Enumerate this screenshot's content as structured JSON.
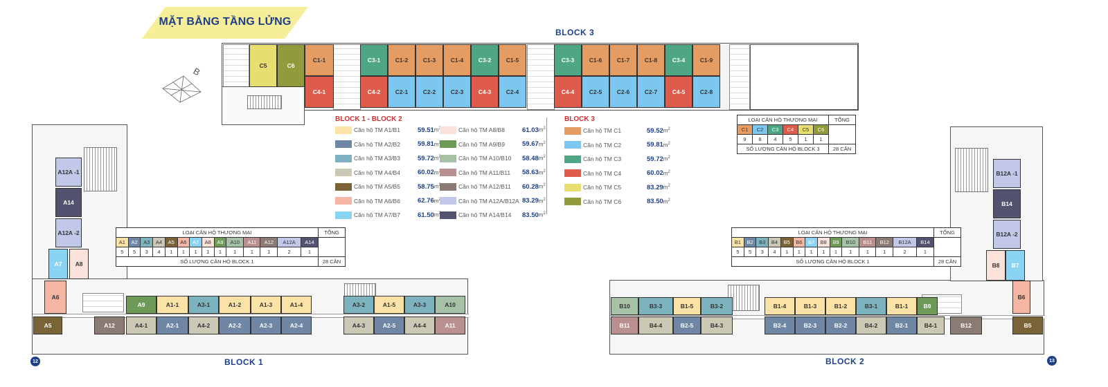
{
  "title": "MẶT BẰNG TẦNG LỬNG",
  "blocks": {
    "b1": "BLOCK 1",
    "b2": "BLOCK 2",
    "b3": "BLOCK 3"
  },
  "compass": "B",
  "markers": {
    "left": "12",
    "right": "13"
  },
  "colors": {
    "A1": "#fbe2a6",
    "A2": "#6f87a5",
    "A3": "#7cb3bf",
    "A4": "#cbc9b5",
    "A5": "#7a6336",
    "A6": "#f5b6a4",
    "A7": "#8ad3f2",
    "A8": "#fbe3dc",
    "A9": "#6e9a58",
    "A10": "#a6c1a5",
    "A11": "#b98f8f",
    "A12": "#8c7b74",
    "A12A": "#c2c8e8",
    "A14": "#54536f",
    "C1": "#e59c62",
    "C2": "#7cc7ef",
    "C3": "#4ea685",
    "C4": "#df5c4c",
    "C5": "#e6de6e",
    "C6": "#919b3b"
  },
  "legend12": {
    "title": "BLOCK 1 - BLOCK 2",
    "col1": [
      {
        "key": "A1",
        "label": "Căn hộ TM A1/B1",
        "area": "59.51"
      },
      {
        "key": "A2",
        "label": "Căn hộ TM A2/B2",
        "area": "59.81"
      },
      {
        "key": "A3",
        "label": "Căn hộ TM A3/B3",
        "area": "59.72"
      },
      {
        "key": "A4",
        "label": "Căn hộ TM A4/B4",
        "area": "60.02"
      },
      {
        "key": "A5",
        "label": "Căn hộ TM A5/B5",
        "area": "58.75"
      },
      {
        "key": "A6",
        "label": "Căn hộ TM A6/B6",
        "area": "62.76"
      },
      {
        "key": "A7",
        "label": "Căn hộ TM A7/B7",
        "area": "61.50"
      }
    ],
    "col2": [
      {
        "key": "A8",
        "label": "Căn hộ TM A8/B8",
        "area": "61.03"
      },
      {
        "key": "A9",
        "label": "Căn hộ TM A9/B9",
        "area": "59.67"
      },
      {
        "key": "A10",
        "label": "Căn hộ TM A10/B10",
        "area": "58.48"
      },
      {
        "key": "A11",
        "label": "Căn hộ TM A11/B11",
        "area": "58.63"
      },
      {
        "key": "A12",
        "label": "Căn hộ TM A12/B11",
        "area": "60.28"
      },
      {
        "key": "A12A",
        "label": "Căn hộ TM A12A/B12A",
        "area": "83.29"
      },
      {
        "key": "A14",
        "label": "Căn hộ TM A14/B14",
        "area": "83.50"
      }
    ]
  },
  "legend3": {
    "title": "BLOCK 3",
    "items": [
      {
        "key": "C1",
        "label": "Căn hộ TM C1",
        "area": "59.52"
      },
      {
        "key": "C2",
        "label": "Căn hộ TM C2",
        "area": "59.81"
      },
      {
        "key": "C3",
        "label": "Căn hộ TM C3",
        "area": "59.72"
      },
      {
        "key": "C4",
        "label": "Căn hộ TM C4",
        "area": "60.02"
      },
      {
        "key": "C5",
        "label": "Căn hộ TM C5",
        "area": "83.29"
      },
      {
        "key": "C6",
        "label": "Căn hộ TM C6",
        "area": "83.50"
      }
    ]
  },
  "area_unit": "m",
  "area_sup": "2",
  "table_b1": {
    "header": "LOẠI CĂN HỘ THƯƠNG MẠI",
    "total_header": "TỔNG",
    "types": [
      "A1",
      "A2",
      "A3",
      "A4",
      "A5",
      "A6",
      "A7",
      "A8",
      "A9",
      "A10",
      "A11",
      "A12",
      "A12A",
      "A14"
    ],
    "counts": [
      "5",
      "5",
      "3",
      "4",
      "1",
      "1",
      "1",
      "1",
      "1",
      "1",
      "1",
      "1",
      "2",
      "1"
    ],
    "footer": "SỐ LƯỢNG CĂN HỘ BLOCK 1",
    "total": "28 CĂN"
  },
  "table_b2": {
    "header": "LOẠI CĂN HỘ THƯƠNG MẠI",
    "total_header": "TỔNG",
    "types": [
      "B1",
      "B2",
      "B3",
      "B4",
      "B5",
      "B6",
      "B7",
      "B8",
      "B9",
      "B10",
      "B11",
      "B12",
      "B12A",
      "B14"
    ],
    "counts": [
      "5",
      "5",
      "3",
      "4",
      "1",
      "1",
      "1",
      "1",
      "1",
      "1",
      "1",
      "1",
      "2",
      "1"
    ],
    "footer": "SỐ LƯỢNG CĂN HỘ BLOCK 1",
    "total": "28 CĂN"
  },
  "table_b3": {
    "header": "LOẠI CĂN HỘ THƯƠNG MẠI",
    "total_header": "TỔNG",
    "types": [
      "C1",
      "C2",
      "C3",
      "C4",
      "C5",
      "C6"
    ],
    "counts": [
      "9",
      "8",
      "4",
      "5",
      "1",
      "1"
    ],
    "footer": "SỐ LƯỢNG CĂN HỘ BLOCK 3",
    "total": "28 CĂN"
  },
  "units_block3": [
    {
      "label": "C5",
      "type": "C5"
    },
    {
      "label": "C6",
      "type": "C6"
    },
    {
      "label": "C1-1",
      "type": "C1"
    },
    {
      "label": "C4-1",
      "type": "C4"
    },
    {
      "label": "C3-1",
      "type": "C3"
    },
    {
      "label": "C1-2",
      "type": "C1"
    },
    {
      "label": "C1-3",
      "type": "C1"
    },
    {
      "label": "C1-4",
      "type": "C1"
    },
    {
      "label": "C3-2",
      "type": "C3"
    },
    {
      "label": "C1-5",
      "type": "C1"
    },
    {
      "label": "C4-2",
      "type": "C4"
    },
    {
      "label": "C2-1",
      "type": "C2"
    },
    {
      "label": "C2-2",
      "type": "C2"
    },
    {
      "label": "C2-3",
      "type": "C2"
    },
    {
      "label": "C4-3",
      "type": "C4"
    },
    {
      "label": "C2-4",
      "type": "C2"
    },
    {
      "label": "C3-3",
      "type": "C3"
    },
    {
      "label": "C1-6",
      "type": "C1"
    },
    {
      "label": "C1-7",
      "type": "C1"
    },
    {
      "label": "C1-8",
      "type": "C1"
    },
    {
      "label": "C3-4",
      "type": "C3"
    },
    {
      "label": "C1-9",
      "type": "C1"
    },
    {
      "label": "C4-4",
      "type": "C4"
    },
    {
      "label": "C2-5",
      "type": "C2"
    },
    {
      "label": "C2-6",
      "type": "C2"
    },
    {
      "label": "C2-7",
      "type": "C2"
    },
    {
      "label": "C4-5",
      "type": "C4"
    },
    {
      "label": "C2-8",
      "type": "C2"
    }
  ],
  "units_block1": [
    {
      "label": "A12A -1",
      "type": "A12A"
    },
    {
      "label": "A14",
      "type": "A14"
    },
    {
      "label": "A12A -2",
      "type": "A12A"
    },
    {
      "label": "A7",
      "type": "A7"
    },
    {
      "label": "A8",
      "type": "A8"
    },
    {
      "label": "A6",
      "type": "A6"
    },
    {
      "label": "A5",
      "type": "A5"
    },
    {
      "label": "A12",
      "type": "A12"
    },
    {
      "label": "A9",
      "type": "A9"
    },
    {
      "label": "A1-1",
      "type": "A1"
    },
    {
      "label": "A3-1",
      "type": "A3"
    },
    {
      "label": "A1-2",
      "type": "A1"
    },
    {
      "label": "A1-3",
      "type": "A1"
    },
    {
      "label": "A1-4",
      "type": "A1"
    },
    {
      "label": "A4-1",
      "type": "A4"
    },
    {
      "label": "A2-1",
      "type": "A2"
    },
    {
      "label": "A4-2",
      "type": "A4"
    },
    {
      "label": "A2-2",
      "type": "A2"
    },
    {
      "label": "A2-3",
      "type": "A2"
    },
    {
      "label": "A2-4",
      "type": "A2"
    },
    {
      "label": "A3-2",
      "type": "A3"
    },
    {
      "label": "A1-5",
      "type": "A1"
    },
    {
      "label": "A3-3",
      "type": "A3"
    },
    {
      "label": "A10",
      "type": "A10"
    },
    {
      "label": "A4-3",
      "type": "A4"
    },
    {
      "label": "A2-5",
      "type": "A2"
    },
    {
      "label": "A4-4",
      "type": "A4"
    },
    {
      "label": "A11",
      "type": "A11"
    }
  ],
  "units_block2": [
    {
      "label": "B10",
      "type": "A10"
    },
    {
      "label": "B3-3",
      "type": "A3"
    },
    {
      "label": "B1-5",
      "type": "A1"
    },
    {
      "label": "B3-2",
      "type": "A3"
    },
    {
      "label": "B11",
      "type": "A11"
    },
    {
      "label": "B4-4",
      "type": "A4"
    },
    {
      "label": "B2-5",
      "type": "A2"
    },
    {
      "label": "B4-3",
      "type": "A4"
    },
    {
      "label": "B1-4",
      "type": "A1"
    },
    {
      "label": "B1-3",
      "type": "A1"
    },
    {
      "label": "B1-2",
      "type": "A1"
    },
    {
      "label": "B3-1",
      "type": "A3"
    },
    {
      "label": "B1-1",
      "type": "A1"
    },
    {
      "label": "B9",
      "type": "A9"
    },
    {
      "label": "B2-4",
      "type": "A2"
    },
    {
      "label": "B2-3",
      "type": "A2"
    },
    {
      "label": "B2-2",
      "type": "A2"
    },
    {
      "label": "B4-2",
      "type": "A4"
    },
    {
      "label": "B2-1",
      "type": "A2"
    },
    {
      "label": "B4-1",
      "type": "A4"
    },
    {
      "label": "B12",
      "type": "A12"
    },
    {
      "label": "B5",
      "type": "A5"
    },
    {
      "label": "B6",
      "type": "A6"
    },
    {
      "label": "B8",
      "type": "A8"
    },
    {
      "label": "B7",
      "type": "A7"
    },
    {
      "label": "B12A -1",
      "type": "A12A"
    },
    {
      "label": "B14",
      "type": "A14"
    },
    {
      "label": "B12A -2",
      "type": "A12A"
    }
  ]
}
